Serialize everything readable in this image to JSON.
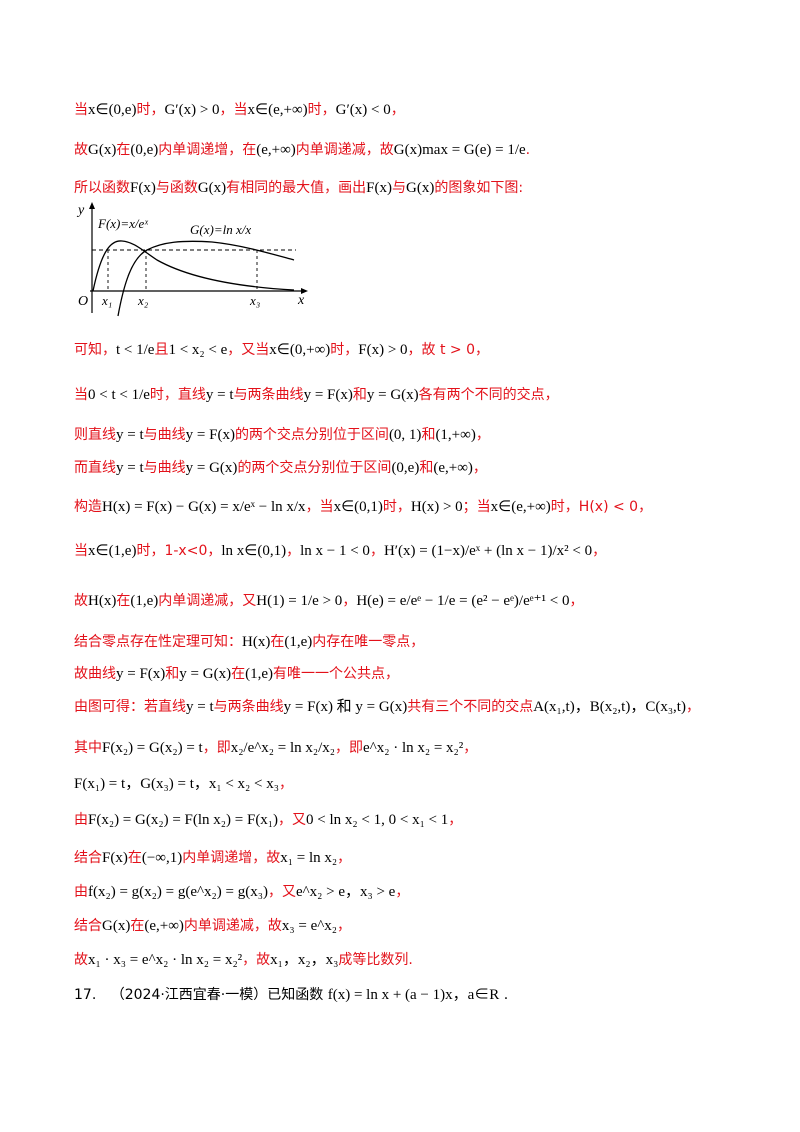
{
  "lines": [
    {
      "red": "当",
      "math": "x∈(0,e)",
      "red2": "时，",
      "math2": "G′(x) > 0",
      "red3": "，当",
      "math3": "x∈(e,+∞)",
      "red4": "时，",
      "math4": "G′(x) < 0",
      "red5": "，"
    },
    {
      "red": "故",
      "math": "G(x)",
      "red2": "在",
      "math2": "(0,e)",
      "red3": "内单调递增，在",
      "math3": "(e,+∞)",
      "red4": "内单调递减，故",
      "math4": "G(x)max = G(e) = 1/e",
      "red5": "."
    },
    {
      "red": "所以函数",
      "math": "F(x)",
      "red2": "与函数",
      "math2": "G(x)",
      "red3": "有相同的最大值，画出",
      "math3": "F(x)",
      "red4": "与",
      "math4": "G(x)",
      "red5": "的图象如下图:"
    },
    {
      "red": "可知，",
      "math": "t < 1/e",
      "red2": "且",
      "math2": "1 < x₂ < e",
      "red3": "，又当",
      "math3": "x∈(0,+∞)",
      "red4": "时，",
      "math4": "F(x) > 0",
      "red5": "，故 t > 0，"
    },
    {
      "red": "当",
      "math": "0 < t < 1/e",
      "red2": "时，直线",
      "math2": "y = t",
      "red3": "与两条曲线",
      "math3": "y = F(x)",
      "red4": "和",
      "math4": "y = G(x)",
      "red5": "各有两个不同的交点，"
    },
    {
      "red": "则直线",
      "math": "y = t",
      "red2": "与曲线",
      "math2": "y = F(x)",
      "red3": "的两个交点分别位于区间",
      "math3": "(0, 1)",
      "red4": "和",
      "math4": "(1,+∞)",
      "red5": "，"
    },
    {
      "red": "而直线",
      "math": "y = t",
      "red2": "与曲线",
      "math2": "y = G(x)",
      "red3": "的两个交点分别位于区间",
      "math3": "(0,e)",
      "red4": "和",
      "math4": "(e,+∞)",
      "red5": "，"
    },
    {
      "red": "构造",
      "math": "H(x) = F(x) − G(x) = x/eˣ − ln x/x",
      "red2": "，当",
      "math2": "x∈(0,1)",
      "red3": "时，",
      "math3": "H(x) > 0",
      "red4": "；当",
      "math4": "x∈(e,+∞)",
      "red5": "时，H(x) < 0，"
    },
    {
      "red": "当",
      "math": "x∈(1,e)",
      "red2": "时，1-x<0，",
      "math2": "ln x∈(0,1)",
      "red3": "，",
      "math3": "ln x − 1 < 0",
      "red4": "，",
      "math4": "H′(x) = (1−x)/eˣ + (ln x − 1)/x² < 0",
      "red5": "，"
    },
    {
      "red": "故",
      "math": "H(x)",
      "red2": "在",
      "math2": "(1,e)",
      "red3": "内单调递减，又",
      "math3": "H(1) = 1/e > 0",
      "red4": "，",
      "math4": "H(e) = e/eᵉ − 1/e = (e² − eᵉ)/eᵉ⁺¹ < 0",
      "red5": "，"
    },
    {
      "red": "结合零点存在性定理可知：",
      "math": "H(x)",
      "red2": "在",
      "math2": "(1,e)",
      "red3": "内存在唯一零点，",
      "math3": "",
      "red4": "",
      "math4": "",
      "red5": ""
    },
    {
      "red": "故曲线",
      "math": "y = F(x)",
      "red2": "和",
      "math2": "y = G(x)",
      "red3": "在",
      "math3": "(1,e)",
      "red4": "有唯一一个公共点，",
      "math4": "",
      "red5": ""
    },
    {
      "red": "由图可得：若直线",
      "math": "y = t",
      "red2": "与两条曲线",
      "math2": "y = F(x) 和 y = G(x)",
      "red3": "共有三个不同的交点",
      "math3": "A(x₁,t)，B(x₂,t)，C(x₃,t)",
      "red4": "，",
      "math4": "",
      "red5": ""
    },
    {
      "red": "其中",
      "math": "F(x₂) = G(x₂) = t",
      "red2": "，即",
      "math2": "x₂/e^x₂ = ln x₂/x₂",
      "red3": "，即",
      "math3": "e^x₂ · ln x₂ = x₂²",
      "red4": "，",
      "math4": "",
      "red5": ""
    },
    {
      "red": "",
      "math": "F(x₁) = t，G(x₃) = t，x₁ < x₂ < x₃",
      "red2": "，",
      "math2": "",
      "red3": "",
      "math3": "",
      "red4": "",
      "math4": "",
      "red5": ""
    },
    {
      "red": "由",
      "math": "F(x₂) = G(x₂) = F(ln x₂) = F(x₁)",
      "red2": "，又",
      "math2": "0 < ln x₂ < 1, 0 < x₁ < 1",
      "red3": "，",
      "math3": "",
      "red4": "",
      "math4": "",
      "red5": ""
    },
    {
      "red": "结合",
      "math": "F(x)",
      "red2": "在",
      "math2": "(−∞,1)",
      "red3": "内单调递增，故",
      "math3": "x₁ = ln x₂",
      "red4": "，",
      "math4": "",
      "red5": ""
    },
    {
      "red": "由",
      "math": "f(x₂) = g(x₂) = g(e^x₂) = g(x₃)",
      "red2": "，又",
      "math2": "e^x₂ > e，x₃ > e",
      "red3": "，",
      "math3": "",
      "red4": "",
      "math4": "",
      "red5": ""
    },
    {
      "red": "结合",
      "math": "G(x)",
      "red2": "在",
      "math2": "(e,+∞)",
      "red3": "内单调递减，故",
      "math3": "x₃ = e^x₂",
      "red4": "，",
      "math4": "",
      "red5": ""
    },
    {
      "red": "故",
      "math": "x₁ · x₃ = e^x₂ · ln x₂ = x₂²",
      "red2": "，故",
      "math2": "x₁，x₂，x₃",
      "red3": "成等比数列.",
      "math3": "",
      "red4": "",
      "math4": "",
      "red5": ""
    }
  ],
  "problem": {
    "number": "17.",
    "source": "（2024·江西宜春·一模）已知函数",
    "math": "f(x) = ln x + (a − 1)x，a∈R",
    "tail": "."
  },
  "graph": {
    "y_axis_label": "y",
    "x_axis_label": "x",
    "origin_label": "O",
    "F_label": "F(x)=x/eˣ",
    "G_label": "G(x)=ln x/x",
    "x1_label": "x₁",
    "x2_label": "x₂",
    "x3_label": "x₃"
  }
}
